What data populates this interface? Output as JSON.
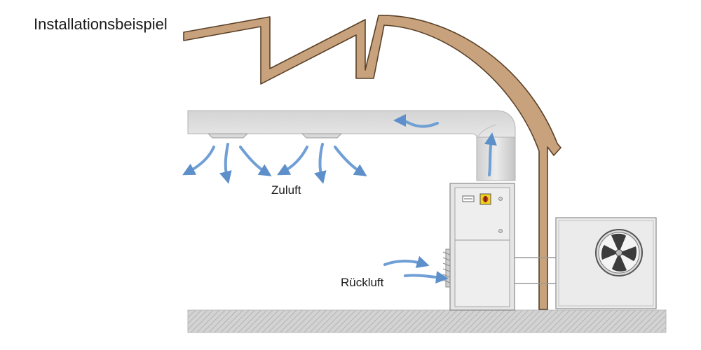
{
  "title": "Installationsbeispiel",
  "labels": {
    "supply_air": "Zuluft",
    "return_air": "Rückluft"
  },
  "colors": {
    "roof": "#c8a27c",
    "roof_outline": "#5a4128",
    "duct": "#dcdcdc",
    "duct_shade": "#bdbdbd",
    "airflow": "#6f9fd4",
    "unit_body": "#e6e6e6",
    "unit_outline": "#8a8a8a",
    "floor": "#cfcfcf",
    "switch": "#f2d31b",
    "knob": "#d23b2a"
  },
  "icons": {
    "outdoor_fan": "fan-icon",
    "main_switch": "switch-icon"
  }
}
